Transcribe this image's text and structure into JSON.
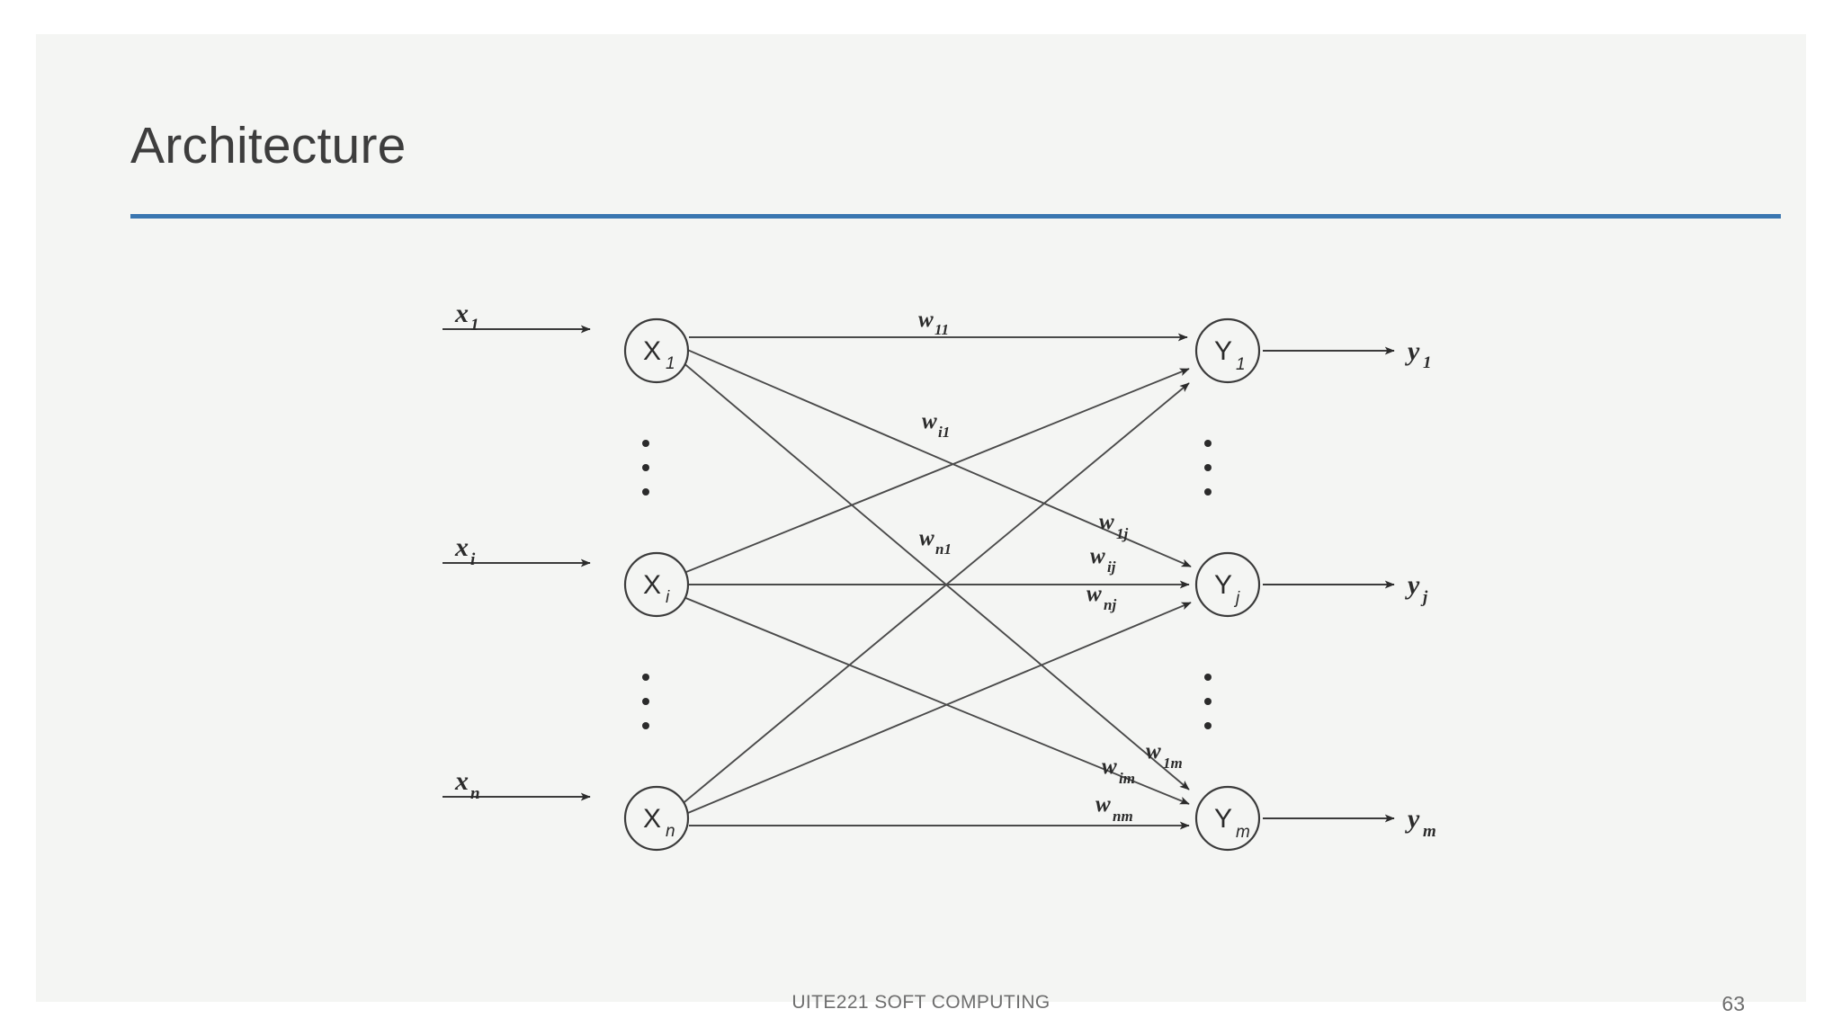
{
  "slide": {
    "title": "Architecture",
    "accent_color": "#3a76b0",
    "background_color": "#f4f5f3",
    "text_color": "#3d3d3d"
  },
  "footer": {
    "course": "UITE221 SOFT COMPUTING",
    "page_number": "63"
  },
  "diagram": {
    "type": "neural-network-architecture",
    "description": "Fully connected single layer feedforward network with n inputs and m outputs",
    "input_signals": [
      {
        "base": "x",
        "sub": "1"
      },
      {
        "base": "x",
        "sub": "i"
      },
      {
        "base": "x",
        "sub": "n"
      }
    ],
    "input_nodes": [
      {
        "base": "X",
        "sub": "1"
      },
      {
        "base": "X",
        "sub": "i"
      },
      {
        "base": "X",
        "sub": "n"
      }
    ],
    "output_nodes": [
      {
        "base": "Y",
        "sub": "1"
      },
      {
        "base": "Y",
        "sub": "j"
      },
      {
        "base": "Y",
        "sub": "m"
      }
    ],
    "output_signals": [
      {
        "base": "y",
        "sub": "1"
      },
      {
        "base": "y",
        "sub": "j"
      },
      {
        "base": "y",
        "sub": "m"
      }
    ],
    "weights": [
      {
        "base": "w",
        "sub": "11"
      },
      {
        "base": "w",
        "sub": "i1"
      },
      {
        "base": "w",
        "sub": "n1"
      },
      {
        "base": "w",
        "sub": "1j"
      },
      {
        "base": "w",
        "sub": "ij"
      },
      {
        "base": "w",
        "sub": "nj"
      },
      {
        "base": "w",
        "sub": "1m"
      },
      {
        "base": "w",
        "sub": "im"
      },
      {
        "base": "w",
        "sub": "nm"
      }
    ],
    "ellipsis_glyph": "vertical-dots",
    "line_color": "#3b3b3b"
  }
}
